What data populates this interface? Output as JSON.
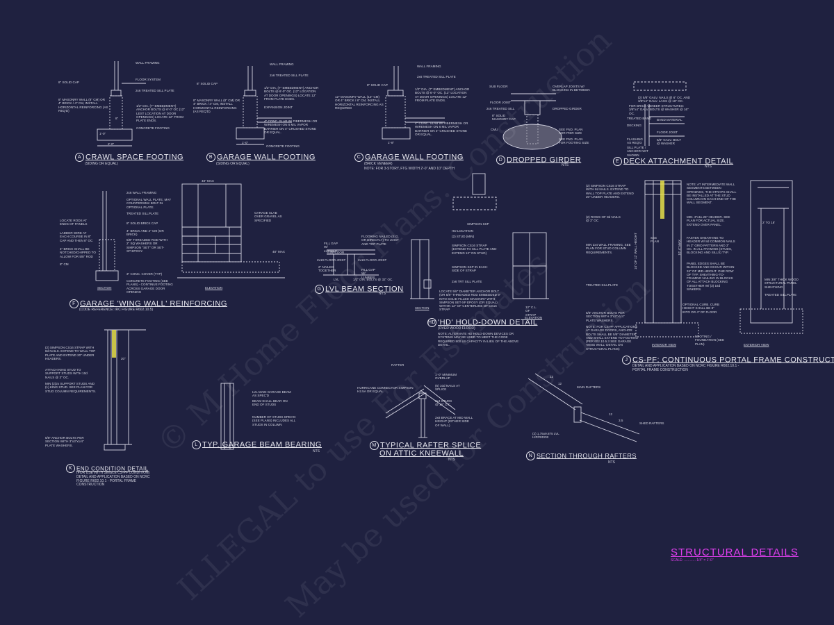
{
  "details": {
    "a": {
      "letter": "A",
      "title": "CRAWL SPACE FOOTING",
      "sub": "(SIDING OR EQUAL)",
      "notes": [
        "WALL FRAMING",
        "FLOOR SYSTEM",
        "2x6 TREATED SILL PLATE",
        "8\" SOLID CAP",
        "8\" MASONRY WALL (8\" CM) OR 4\" BRICK / 4\" CM, INSTALL HORIZONTAL REINFORCING (AS REQ'D)",
        "1/2\" DIA. (7\" EMBEDMENT) ANCHOR BOLTS @ 6'-0\" OC (12\" LEST LOCATION AT DOOR OPENINGS) LOCATE 12\" FROM PLATE ENDS.",
        "CONCRETE FOOTING"
      ],
      "dims": [
        "2'-0\"",
        "1'-0\"",
        "8\""
      ]
    },
    "b": {
      "letter": "B",
      "title": "GARAGE WALL FOOTING",
      "sub": "(SIDING OR EQUAL)",
      "notes": [
        "WALL FRAMING",
        "2x6 TREATED SILL PLATE",
        "8\" SOLID CAP",
        "1/2\" DIA. (7\" EMBEDMENT) ANCHOR BOLTS @ 6'-0\" OC. (12\" LOCATION AT DOOR OPENINGS) LOCATE 12\" FROM PLATE ENDS.",
        "8\" MASONRY WALL (8\" CM) OR 4\" BRICK / 4\" CM, INSTALL HORIZONTAL REINFORCING (AS REQ'D)",
        "EXPANSION JOINT",
        "4\" CONC. SLAB W/ FIBERMESH OR WIREMESH ON 6 MIL VAPOR BARRIER ON 4\" CRUSHED STONE OR EQUAL.",
        "CONCRETE FOOTING"
      ],
      "dims": [
        "1'-0\""
      ]
    },
    "c": {
      "letter": "C",
      "title": "GARAGE WALL FOOTING",
      "sub": "(BRICK VENEER)",
      "sub2": "NOTE: FOR 3-STORY, FTG WIDTH 2'-0\" AND 10\" DEPTH",
      "notes": [
        "WALL FRAMING",
        "2x6 TREATED SILL PLATE",
        "8\" SOLID CAP",
        "1/2\" DIA. (7\" EMBEDMENT) ANCHOR BOLTS @ 6'-0\" OC. (12\" LOCATION AT DOOR OPENINGS) LOCATE 12\" FROM PLATE ENDS.",
        "12\" MASONRY WALL (12\" CM) OR 4\" BRICK / 8\" CM, INSTALL HORIZONTAL REINFORCING AS REQUIRED",
        "4\" CONC. SLAB W/ FIBERMESH OR WIREMESH ON 6 MIL VAPOR BARRIER ON 4\" CRUSHED STONE OR EQUAL."
      ],
      "dims": [
        "1'-8\""
      ]
    },
    "d": {
      "letter": "D",
      "title": "DROPPED GIRDER",
      "sub": "NTS",
      "notes": [
        "SUB FLOOR",
        "OVERLAP JOISTS W/ BLOCKING IN BETWEEN",
        "FLOOR JOIST",
        "2x6 TREATED SILL",
        "8\" SOLID MASONRY CAP",
        "DROPPED GIRDER",
        "CMU",
        "SEE FND. PLAN FOR PIER SIZE",
        "SEE FND. PLAN FOR FOOTING SIZE"
      ]
    },
    "e": {
      "letter": "E",
      "title": "DECK ATTACHMENT DETAIL",
      "sub": "NTS",
      "notes": [
        "(2) 5/8\" GALV. NAILS @ 6\" OC. AND 3/8\"x4\" GALV. LAGS @ 16\" OC.",
        "FOR BRICK VENEER STRUCTURES: 3/8\"x4\" GALV. BOLTS @ WASHER @ 16\" OC.",
        "TREATED BAND",
        "BAND MATERIAL",
        "DECKING",
        "FLOOR JOIST",
        "FLASHING AS REQ'D",
        "5/8\" GALV. BOLT @ WASHER",
        "SILL PLATE / ANCHOR NOT SHOWN"
      ]
    },
    "f": {
      "letter": "F",
      "title": "GARAGE 'WING WALL' REINFORCING",
      "sub": "(CODE REFERENCE: IRC FIGURE R602.10.5)",
      "notes": [
        "2x6 WALL FRAMING",
        "OPTIONAL WALL PLATE, MAY COUNTERSINK BOLT IN OPTIONAL PLATE.",
        "TREATED SILLPLATE",
        "8\" SOLID BRICK CAP",
        "4\" BRICK AND 4\" CM (OR BRICK)",
        "5/8\" THREADED ROD WITH 2\" SQ WASHERS OR SIMPSON \"SET\" OR SET-XP EPOXY.",
        "LOCATE RODS AT ENDS OF PANELS",
        "LADDER WIRE AT EACH COURSE IN 8\" CAP AND THEN 8\" OC",
        "4\" BRICK SHALL BE NOTCHED/CHIPPED TO ALLOW FOR 5/8\" ROD",
        "8\" CM",
        "3\" CONC. COVER (TYP)",
        "CONCRETE FOOTING (SEE PLANS) - CONTINUE FOOTING ACROSS GARAGE DOOR OPENING",
        "GARAGE SLAB OVER GRAVEL AS SPECIFIED",
        "SECTION",
        "ELEVATION"
      ],
      "dims": [
        "48\" MAX",
        "48\" MAX"
      ]
    },
    "g": {
      "letter": "G",
      "title": "LVL BEAM SECTION",
      "sub": "NTS",
      "notes": [
        "FILL GAP W/ LUMBER",
        "FLOORING NAILED (E.G. OR DIRECTLY) TO JOIST AND TOP PLATE",
        "SUBFLOOR",
        "2x10 FLOOR JOIST",
        "LVL",
        "1/2\" DIA. BOLTS @ 32\" OC.",
        "2x10 FLOOR JOIST",
        "FILL GAP W/ LUMBER",
        "2\" NAILED TOGETHER"
      ]
    },
    "h": {
      "letter": "HD",
      "title": "'HD' HOLD-DOWN DETAIL",
      "sub": "(OVER WOOD FLOOR)",
      "notes": [
        "HD LOCATION",
        "(2) STUD (MIN)",
        "SIMPSON CS16 STRAP (EXTEND TO SILL PLATE AND EXTEND 12\" ON STUD)",
        "SIMPSON SSP IN EACH SIDE OF STRAP",
        "2x6 TRT SILL PLATE",
        "LOCATE 5/8\" DIAMETER ANCHOR BOLT (OR 5/8\" THREADED ROD EMBEDDED 9\" INTO SOLID FILLED MASONRY WITH SIMPSON SET-XP EPOXY (OR EQUAL) WITHIN 12\" OF CENTERLINE OF CS16 STRAP",
        "SIMPSON SSP",
        "SECTION",
        "ELEVATION",
        "12\" C.L. OF STRAP",
        "NOTE: ALTERNATE HD HOLD-DOWN DEVICES OR SYSTEMS MAY BE USED TO MEET THE CODE REQUIRED 800 LB CAPACITY IN LIEU OF THE ABOVE DETAIL."
      ]
    },
    "j": {
      "letter": "J",
      "title": "CS-PF: CONTINUOUS PORTAL FRAME CONSTRUCTION",
      "sub": "DETAIL AND APPLICATION BASED ON NCRC FIGURE R602.10.1 - PORTAL FRAME CONSTRUCTION",
      "notes": [
        "(2) SIMPSON CS16 STRAP WITH 8d NAILS. EXTEND TO WALL TOP PLATE AND EXTEND 20\" UNDER HEADERS.",
        "(2) ROWS OF 8d NAILS @ 3\" OC",
        "MIN 2x4 WALL FRAMING, SEE PLAN FOR STUD COLUMN REQUIREMENTS.",
        "TREATED SILLPLATE",
        "5/8\" ANCHOR BOLTS PER SECTION WITH 3\"x3\"x1/4\" PLATE WASHERS.",
        "NOTE: FOR CS-PF APPLICATIONS AT GARAGE DOORS, ANCHOR BOLTS SHALL BE 5/8\" DIAMETER AND SHALL EXTEND TO FOOTING (PER 602.10.5.3 SEE GARAGE 'WING WALL' DETAIL ON STRUCTURAL PLANS)",
        "MIN. 3\"x11.25\" HEADER. SEE PLAN FOR ACTUAL SIZE. EXTEND OVER PANEL.",
        "FASTEN SHEATHING TO HEADER W/ 8d COMMON NAILS IN 3\" GRID PATTERN AND 3\" OC. IN ALL FRAMING (STUDS, BLOCKING AND SILLS) TYP.",
        "PANEL EDGES SHALL BE BLOCKED AND OCCUR WITHIN 24\" OF MID-HEIGHT. ONE ROW OF TYP. SHEATHING-TO-FRAMING NAILING IN BLOCKS OF ALL ATTACH BLOCKING TOGETHER W/ (3) 16d SINKERS.",
        "NOTE: AT INTERMEDIATE WALL SEGMENTS BETWEEN OPENINGS, THE STRAPS SHALL BE INSTALLED AT THE STUD COLUMN ON EACH END OF THE WALL SEGMENT.",
        "MIN 3/8\" THICK WOOD STRUCTURAL PANEL SHEATHING",
        "TREATED SILLPLATE",
        "OPTIONAL CURB. CURB HEIGHT SHALL BE 8\" INTO OR 4\" OF FLOOR",
        "FOOTING / FOUNDATION (SEE PLAN)",
        "INTERIOR VIEW",
        "EXTERIOR VIEW",
        "2' TO 18'",
        "SEE PLAN",
        "10' OF 12' WALL HEIGHT",
        "10' 4\" MAX"
      ]
    },
    "k": {
      "letter": "K",
      "title": "END CONDITION DETAIL",
      "sub": "(FOR USE WITH SINGLE CS-PF CONDITION) DETAIL AND APPLICATION BASED ON NCRC FIGURE R602.10.1 - PORTAL FRAME CONSTRUCTION",
      "notes": [
        "(2) SIMPSON CS16 STRAP WITH 8d NAILS. EXTEND TO WALL TOP PLATE AND EXTEND 20\" UNDER HEADERS.",
        "ATTACH KING STUD TO SUPPORT STUDS WITH 10d NAILS @ 3\" OC.",
        "MIN (2)2x SUPPORT STUDS AND (1) KING STUD. SEE PLAN FOR STUD COLUMN REQUIREMENTS.",
        "5/8\" ANCHOR BOLTS PER SECTION WITH 3\"x3\"x1/4\" PLATE WASHERS."
      ],
      "dims": [
        "20\""
      ]
    },
    "l": {
      "letter": "L",
      "title": "TYP. GARAGE BEAM BEARING",
      "sub": "NTS",
      "notes": [
        "LVL MAIN GARAGE BEAM AS SPEC'D",
        "BEAM SHALL BEAR ON END OF STUDS",
        "NUMBER OF STUDS SPEC'D (SEE PLANS) INCLUDES ALL STUDS IN COLUMN"
      ]
    },
    "m": {
      "letter": "M",
      "title": "TYPICAL RAFTER SPLICE",
      "title2": "ON ATTIC KNEEWALL",
      "sub": "NTS",
      "notes": [
        "RAFTER",
        "1'-0\" MINIMUM OVERLAP",
        "HURRICANE CONNECTOR SIMPSON H2.5A OR EQUAL",
        "(6) 10d NAILS AT SPLICE",
        "2x4 STUDS @ 16\" O.C.",
        "2x8 BRACE AT MID WALL HEIGHT (EITHER SIDE OF WALL)"
      ]
    },
    "n": {
      "letter": "N",
      "title": "SECTION THROUGH RAFTERS",
      "sub": "NTS",
      "notes": [
        "MAIN RAFTERS",
        "SHED RAFTERS",
        "(2) 1.75x9.875 LVL HIP/RIDGE",
        "12",
        "12",
        "12",
        "3.5"
      ]
    }
  },
  "watermarks": [
    "© M Home Floor Plans. Construction",
    "ILLEGAL to use For Estimates",
    "May be used for Construction"
  ],
  "sheet": {
    "title": "STRUCTURAL DETAILS",
    "scale": "SCALE: ............ 1/4\" = 1'-0\""
  },
  "colors": {
    "background": "#1f2140",
    "lines": "#d8d8e6",
    "accent": "#e23ff0",
    "highlight": "#e7e04a"
  }
}
